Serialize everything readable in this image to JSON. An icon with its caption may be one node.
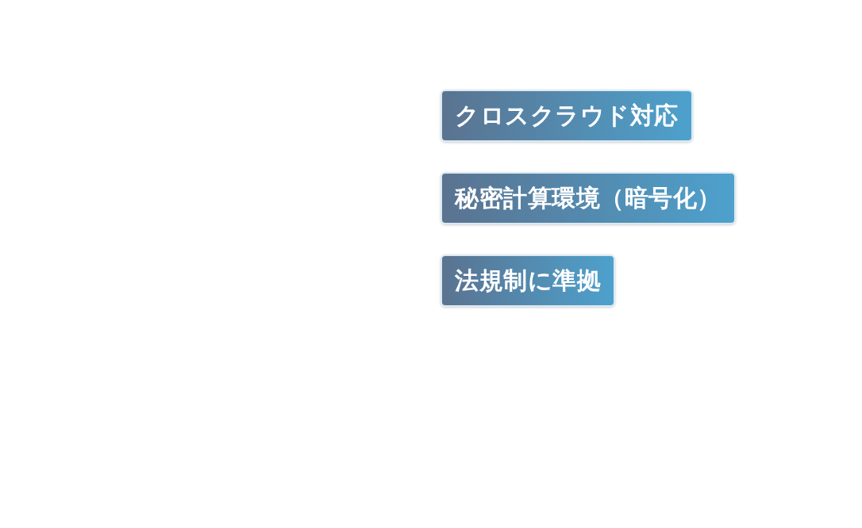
{
  "diagram": {
    "nodes": [
      {
        "text": [
          "クロスクラウド対応"
        ]
      },
      {
        "text": [
          "秘密計算環境（暗号化）"
        ]
      },
      {
        "text": [
          "法規制に準拠"
        ]
      }
    ]
  }
}
